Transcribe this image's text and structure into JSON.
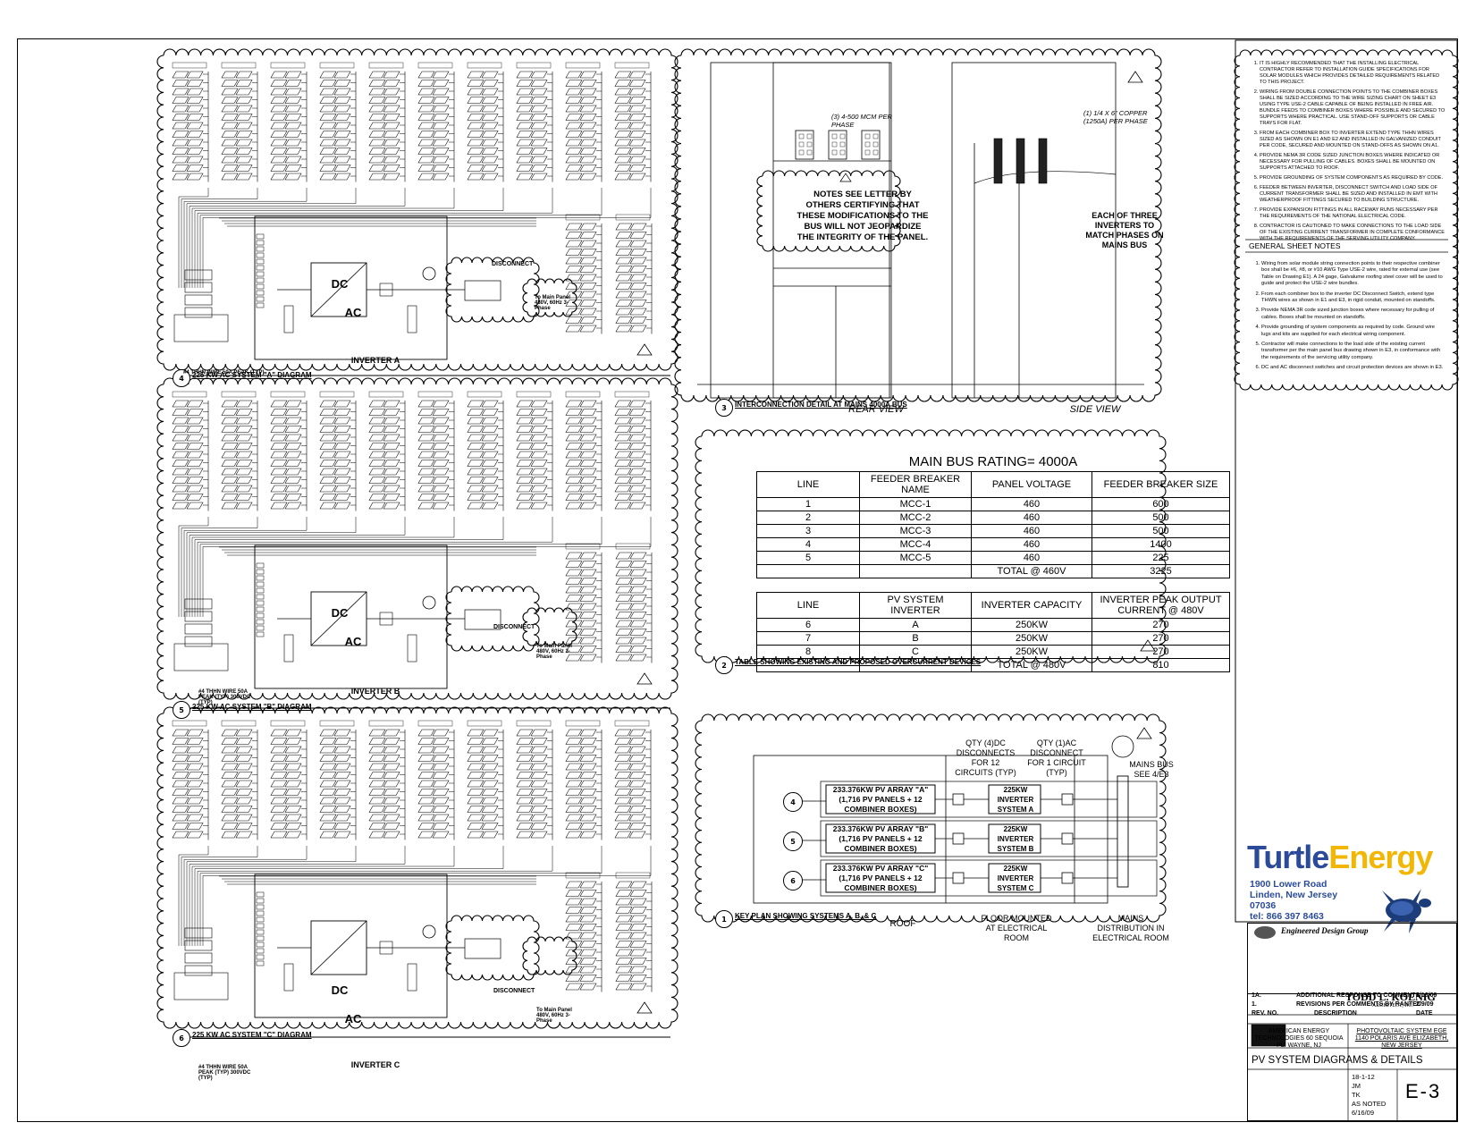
{
  "sections": {
    "s4": {
      "num": "4",
      "title": "225 KW AC SYSTEM \"A\" DIAGRAM",
      "inverter": "INVERTER A",
      "disconnect": "DISCONNECT",
      "to_main": "To Main Panel 480V, 60Hz 3-Phase",
      "dc_label": "DC",
      "ac_label": "AC",
      "wire": "#4 THHN WIRE 50A PEAK (TYP)"
    },
    "s5": {
      "num": "5",
      "title": "225 KW AC SYSTEM \"B\" DIAGRAM",
      "inverter": "INVERTER B",
      "disconnect": "DISCONNECT",
      "to_main": "To Main Panel 480V, 60Hz 3-Phase",
      "dc_label": "DC",
      "ac_label": "AC",
      "wire": "#4 THHN WIRE 50A PEAK (TYP) 300VDC (TYP)"
    },
    "s6": {
      "num": "6",
      "title": "225 KW AC SYSTEM \"C\" DIAGRAM",
      "inverter": "INVERTER C",
      "disconnect": "DISCONNECT",
      "to_main": "To Main Panel 480V, 60Hz 3-Phase",
      "dc_label": "DC",
      "ac_label": "AC",
      "wire": "#4 THHN WIRE 50A PEAK (TYP) 300VDC (TYP)"
    },
    "s3": {
      "num": "3",
      "title": "INTERCONNECTION DETAIL AT MAINS 4000A BUS",
      "rear": "REAR VIEW",
      "side": "SIDE VIEW",
      "note_cloud": "NOTES SEE LETTER BY OTHERS CERTIFYING THAT THESE MODIFICATIONS TO THE BUS WILL NOT JEOPARDIZE THE INTEGRITY OF THE PANEL.",
      "mcm": "(3) 4-500 MCM PER PHASE",
      "copper": "(1) 1/4 X 6\" COPPER (1250A) PER PHASE",
      "three_inv": "EACH OF THREE INVERTERS TO MATCH PHASES ON MAINS BUS"
    },
    "s2": {
      "num": "2",
      "title": "TABLE SHOWING EXISTING AND PROPOSED OVERCURRENT DEVICES"
    },
    "s1": {
      "num": "1",
      "title": "KEY PLAN SHOWING SYSTEMS A, B, & C"
    }
  },
  "bus_table": {
    "title": "MAIN BUS RATING= 4000A",
    "headers": [
      "LINE",
      "FEEDER BREAKER NAME",
      "PANEL VOLTAGE",
      "FEEDER BREAKER SIZE"
    ],
    "rows": [
      [
        "1",
        "MCC-1",
        "460",
        "600"
      ],
      [
        "2",
        "MCC-2",
        "460",
        "500"
      ],
      [
        "3",
        "MCC-3",
        "460",
        "500"
      ],
      [
        "4",
        "MCC-4",
        "460",
        "1400"
      ],
      [
        "5",
        "MCC-5",
        "460",
        "225"
      ]
    ],
    "total": [
      "TOTAL @ 460V",
      "3225"
    ]
  },
  "inv_table": {
    "headers": [
      "LINE",
      "PV SYSTEM INVERTER",
      "INVERTER CAPACITY",
      "INVERTER PEAK OUTPUT CURRENT @ 480V"
    ],
    "rows": [
      [
        "6",
        "A",
        "250KW",
        "270"
      ],
      [
        "7",
        "B",
        "250KW",
        "270"
      ],
      [
        "8",
        "C",
        "250KW",
        "270"
      ]
    ],
    "total": [
      "TOTAL @ 480V",
      "810"
    ]
  },
  "key_plan": {
    "qty_dc": "QTY (4)DC DISCONNECTS FOR 12 CIRCUITS (TYP)",
    "qty_ac": "QTY (1)AC DISCONNECT FOR 1 CIRCUIT (TYP)",
    "mains_bus": "MAINS BUS SEE 4/E3",
    "arrays": [
      {
        "tag": "4",
        "text": "233.376KW PV ARRAY \"A\" (1,716 PV PANELS + 12 COMBINER BOXES)",
        "inv": "225KW INVERTER SYSTEM A"
      },
      {
        "tag": "5",
        "text": "233.376KW PV ARRAY \"B\" (1,716 PV PANELS + 12 COMBINER BOXES)",
        "inv": "225KW INVERTER SYSTEM B"
      },
      {
        "tag": "6",
        "text": "233.376KW PV ARRAY \"C\" (1,716 PV PANELS + 12 COMBINER BOXES)",
        "inv": "225KW INVERTER SYSTEM C"
      }
    ],
    "roof": "ROOF",
    "floor": "FLOOR MOUNTED AT ELECTRICAL ROOM",
    "mains_dist": "MAINS DISTRIBUTION IN ELECTRICAL ROOM"
  },
  "notes": {
    "top": [
      "IT IS HIGHLY RECOMMENDED THAT THE INSTALLING ELECTRICAL CONTRACTOR REFER TO INSTALLATION GUIDE SPECIFICATIONS FOR SOLAR MODULES WHICH PROVIDES DETAILED REQUIREMENTS RELATED TO THIS PROJECT.",
      "WIRING FROM DOUBLE CONNECTION POINTS TO THE COMBINER BOXES SHALL BE SIZED ACCORDING TO THE WIRE SIZING CHART ON SHEET E3 USING TYPE USE-2 CABLE CAPABLE OF BEING INSTALLED IN FREE AIR. BUNDLE FEEDS TO COMBINER BOXES WHERE POSSIBLE AND SECURED TO SUPPORTS WHERE PRACTICAL. USE STAND-OFF SUPPORTS OR CABLE TRAYS FOR FLAT.",
      "FROM EACH COMBINER BOX TO INVERTER EXTEND TYPE THHN WIRES SIZED AS SHOWN ON E1 AND E2 AND INSTALLED IN GALVANIZED CONDUIT PER CODE, SECURED AND MOUNTED ON STAND-OFFS AS SHOWN ON A1.",
      "PROVIDE NEMA 3R CODE SIZED JUNCTION BOXES WHERE INDICATED OR NECESSARY FOR PULLING OF CABLES. BOXES SHALL BE MOUNTED ON SUPPORTS ATTACHED TO ROOF.",
      "PROVIDE GROUNDING OF SYSTEM COMPONENTS AS REQUIRED BY CODE.",
      "FEEDER BETWEEN INVERTER, DISCONNECT SWITCH AND LOAD SIDE OF CURRENT TRANSFORMER SHALL BE SIZED AND INSTALLED IN EMT WITH WEATHERPROOF FITTINGS SECURED TO BUILDING STRUCTURE.",
      "PROVIDE EXPANSION FITTINGS IN ALL RACEWAY RUNS NECESSARY PER THE REQUIREMENTS OF THE NATIONAL ELECTRICAL CODE.",
      "CONTRACTOR IS CAUTIONED TO MAKE CONNECTIONS TO THE LOAD SIDE OF THE EXISTING CURRENT TRANSFORMER IN COMPLETE CONFORMANCE WITH THE REQUIREMENTS OF THE SERVING UTILITY COMPANY."
    ],
    "heading": "GENERAL SHEET NOTES",
    "bottom": [
      "Wiring from solar module string connection points to their respective combiner box shall be #6, #8, or #10 AWG Type USE-2 wire, rated for external use (see Table on Drawing E1). A 24 gage, Galvalume roofing steel cover will be used to guide and protect the USE-2 wire bundles.",
      "From each combiner box to the inverter DC Disconnect Switch, extend type THWN wires as shown in E1 and E3, in rigid conduit, mounted on standoffs.",
      "Provide NEMA 3R code sized junction boxes where necessary for pulling of cables. Boxes shall be mounted on standoffs.",
      "Provide grounding of system components as required by code. Ground wire lugs and kits are supplied for each electrical wiring component.",
      "Contractor will make connections to the load side of the existing current transformer per the main panel bus drawing shown in E3, in conformance with the requirements of the servicing utility company.",
      "DC and AC disconnect switches and circuit protection devices are shown in E3."
    ]
  },
  "company": {
    "name1": "Turtle",
    "name2": "Energy",
    "addr1": "1900 Lower Road",
    "addr2": "Linden, New Jersey",
    "zip": "07036",
    "tel": "tel: 866 397 8463"
  },
  "title_block": {
    "firm": "Engineered Design Group",
    "rev_rows": [
      {
        "rev": "1A.",
        "desc": "ADDITIONAL RESPONSE TO COMMENTS",
        "date": "2/16/09"
      },
      {
        "rev": "1.",
        "desc": "REVISIONS PER COMMENTS BY RANTEC",
        "date": "2/9/09"
      }
    ],
    "rev_hdr": [
      "REV. NO.",
      "DESCRIPTION",
      "DATE"
    ],
    "architect": "TODD L. KOENIG",
    "architect_sub": "ARCHITECT, P.C.",
    "client": "AMERICAN ENERGY TECHNOLOGIES 60 SEQUOIA PL. WAYNE, NJ",
    "project": "PHOTOVOLTAIC SYSTEM EGE 1140 POLARIS AVE ELIZABETH, NEW JERSEY",
    "sheet_title": "PV SYSTEM DIAGRAMS & DETAILS",
    "fields": [
      [
        "18-1-12"
      ],
      [
        "JM"
      ],
      [
        "TK"
      ],
      [
        "AS NOTED"
      ],
      [
        "6/16/09"
      ]
    ],
    "sheet_no": "E-3"
  },
  "colors": {
    "logo_blue": "#2b4b9a",
    "logo_gold": "#f2b705",
    "tag_blue": "#5a7db8"
  }
}
